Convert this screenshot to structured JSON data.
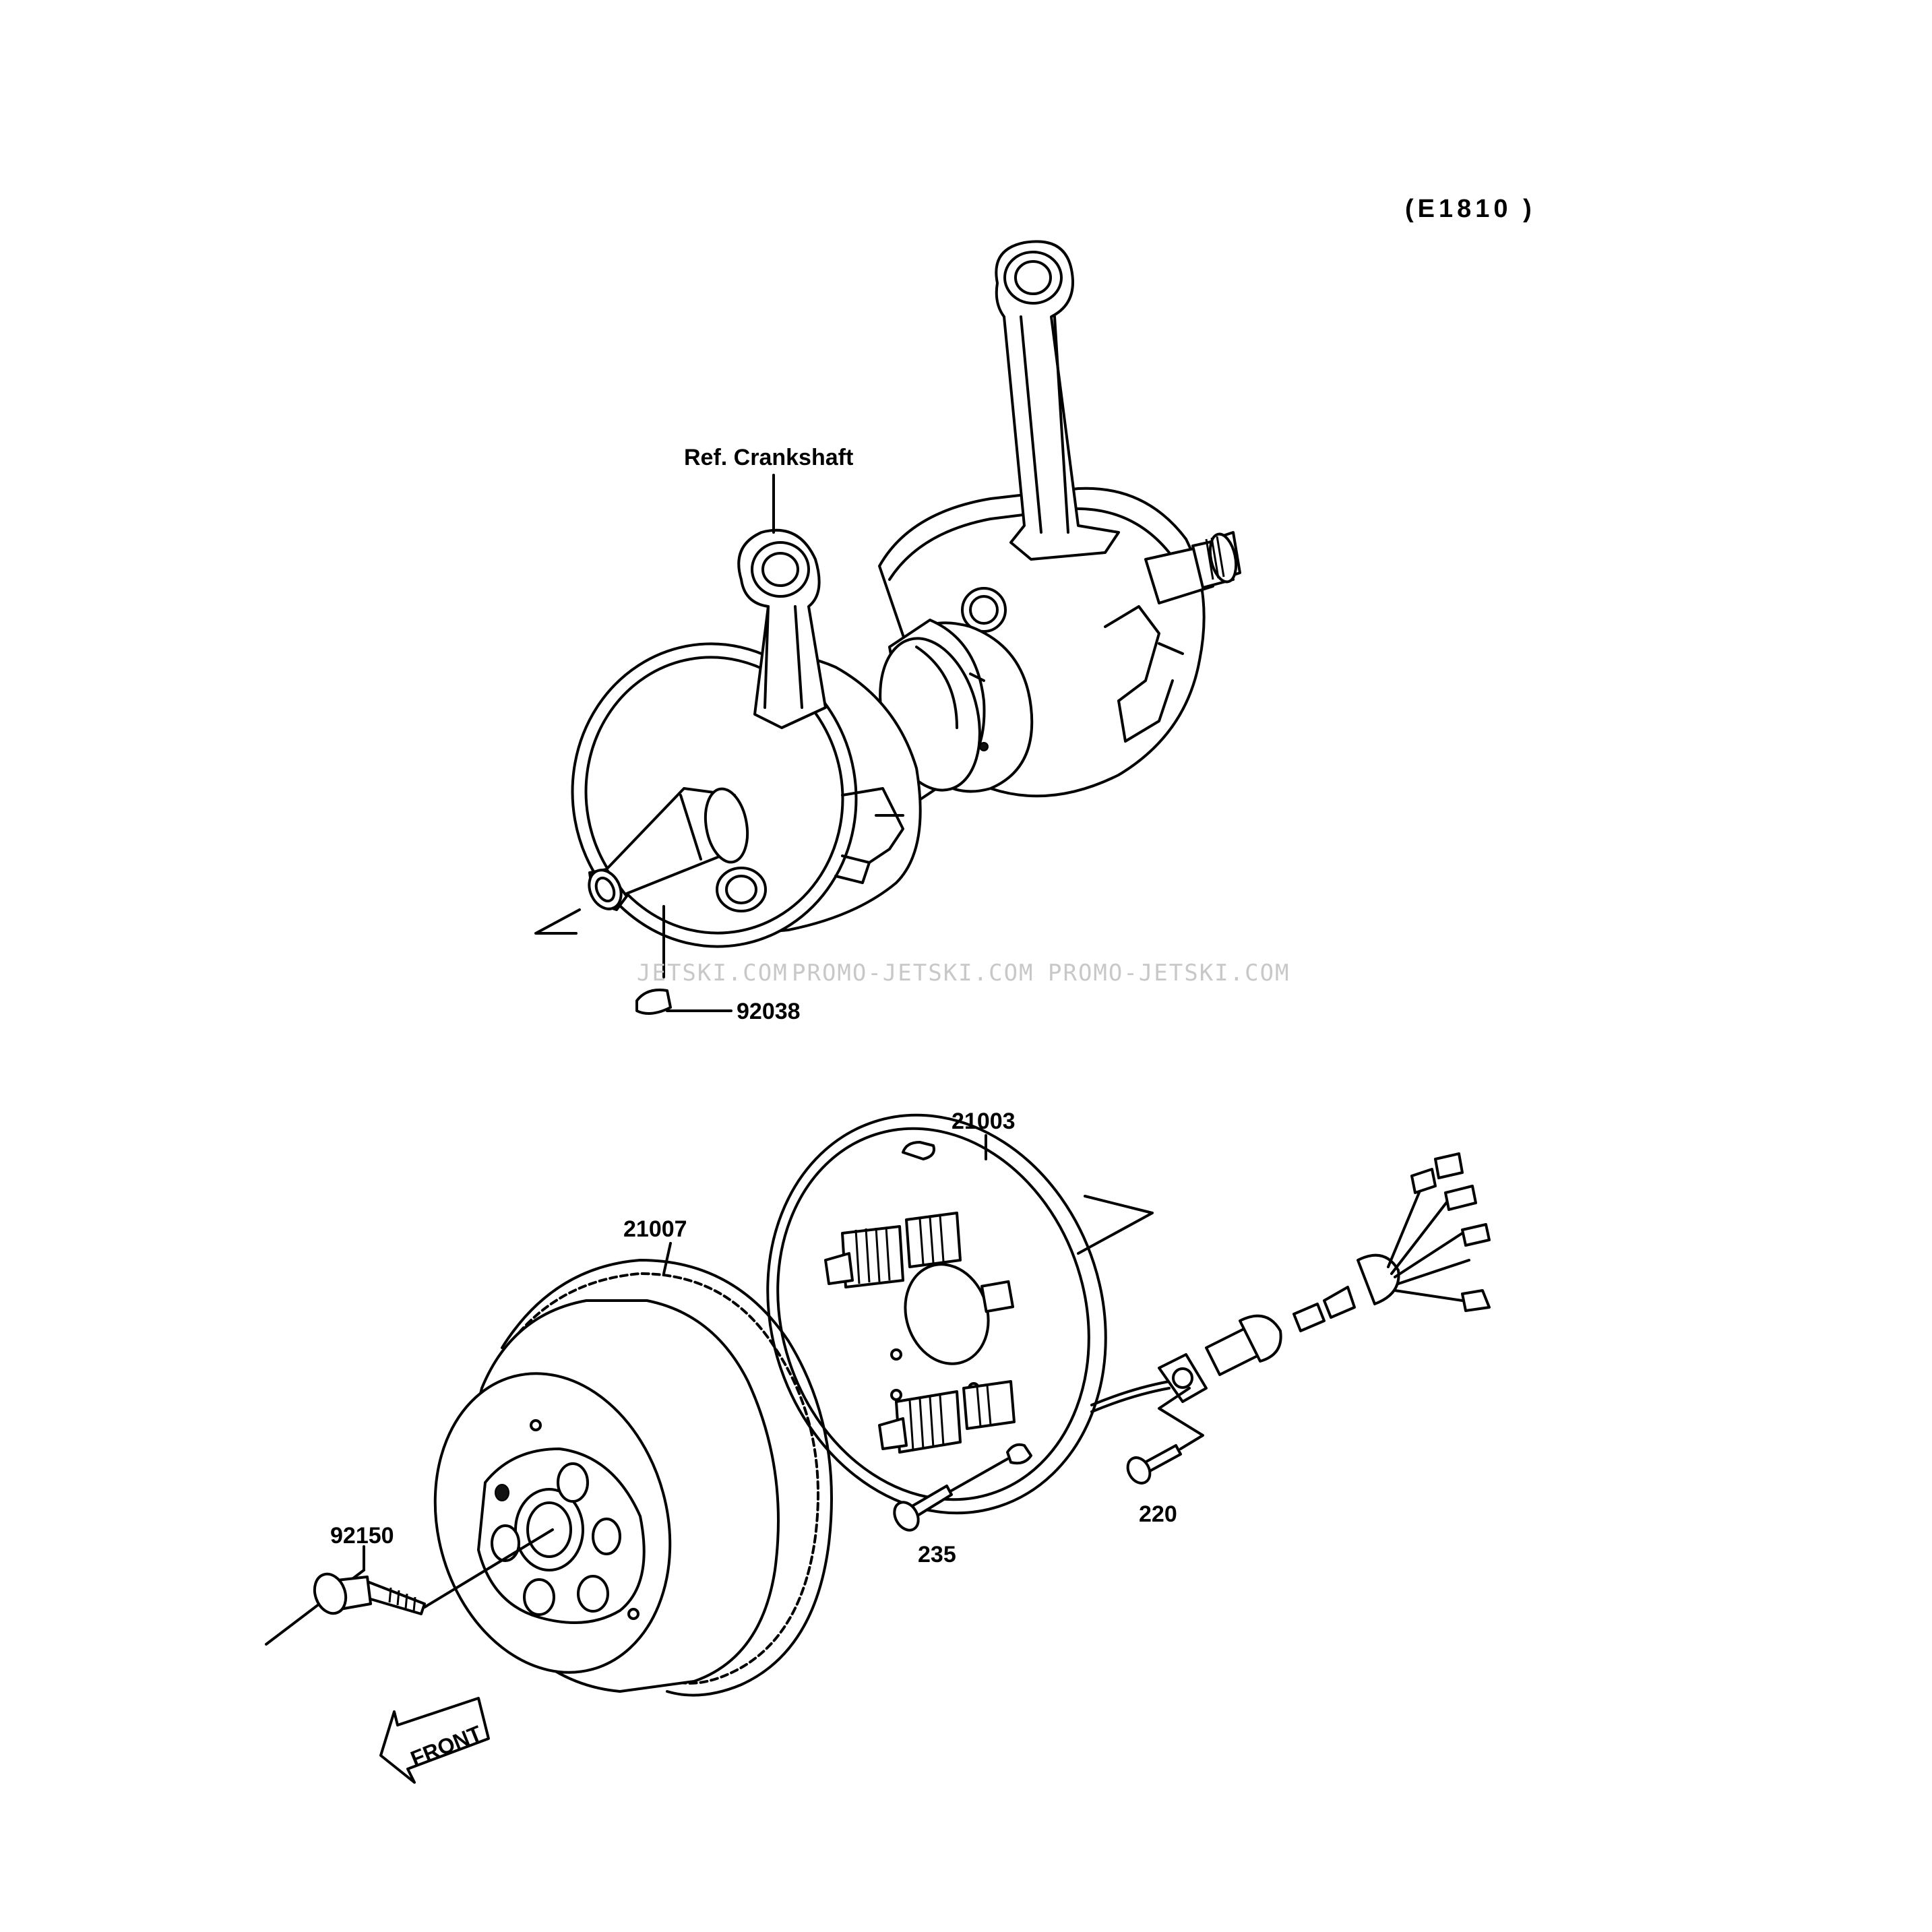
{
  "diagram": {
    "code": "(E1810 )",
    "labels": {
      "ref_crankshaft": "Ref. Crankshaft",
      "part_92038": "92038",
      "part_21003": "21003",
      "part_21007": "21007",
      "part_92150": "92150",
      "part_235": "235",
      "part_220": "220"
    },
    "front_arrow": "FRONT",
    "watermarks": [
      "JETSKI.COM",
      "PROMO-JETSKI.COM",
      "PROMO-JETSKI.COM"
    ]
  }
}
